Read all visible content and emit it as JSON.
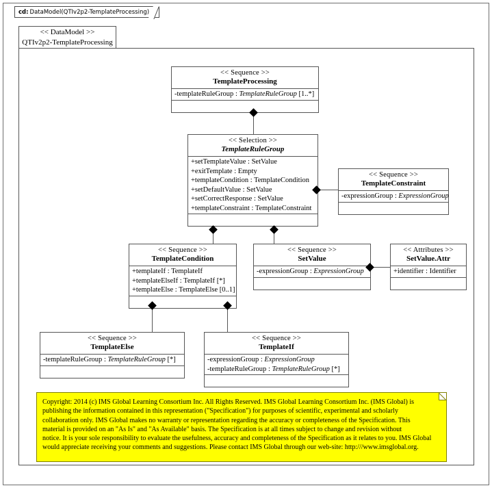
{
  "frame": {
    "tab_prefix": "cd:",
    "tab_title": "DataModel(QTIv2p2-TemplateProcessing)"
  },
  "package": {
    "stereotype": "<< DataModel >>",
    "name": "QTIv2p2-TemplateProcessing"
  },
  "classes": {
    "templateProcessing": {
      "stereotype": "<< Sequence >>",
      "name": "TemplateProcessing",
      "attributes": [
        {
          "visibility": "-",
          "name": "templateRuleGroup",
          "sep": " : ",
          "type": "TemplateRuleGroup",
          "multiplicity": " [1..*]"
        }
      ]
    },
    "templateRuleGroup": {
      "stereotype": "<< Selection >>",
      "name": "TemplateRuleGroup",
      "attributes": [
        {
          "visibility": "+",
          "name": "setTemplateValue",
          "sep": " : ",
          "type": "SetValue",
          "multiplicity": ""
        },
        {
          "visibility": "+",
          "name": "exitTemplate",
          "sep": " : ",
          "type": "Empty",
          "multiplicity": ""
        },
        {
          "visibility": "+",
          "name": "templateCondition",
          "sep": " : ",
          "type": "TemplateCondition",
          "multiplicity": ""
        },
        {
          "visibility": "+",
          "name": "setDefaultValue",
          "sep": " : ",
          "type": "SetValue",
          "multiplicity": ""
        },
        {
          "visibility": "+",
          "name": "setCorrectResponse",
          "sep": " : ",
          "type": "SetValue",
          "multiplicity": ""
        },
        {
          "visibility": "+",
          "name": "templateConstraint",
          "sep": " : ",
          "type": "TemplateConstraint",
          "multiplicity": ""
        }
      ]
    },
    "templateConstraint": {
      "stereotype": "<< Sequence >>",
      "name": "TemplateConstraint",
      "attributes": [
        {
          "visibility": "-",
          "name": "expressionGroup",
          "sep": " : ",
          "type": "ExpressionGroup",
          "multiplicity": ""
        }
      ]
    },
    "templateCondition": {
      "stereotype": "<< Sequence >>",
      "name": "TemplateCondition",
      "attributes": [
        {
          "visibility": "+",
          "name": "templateIf",
          "sep": " : ",
          "type": "TemplateIf",
          "multiplicity": ""
        },
        {
          "visibility": "+",
          "name": "templateElseIf",
          "sep": " : ",
          "type": "TemplateIf",
          "multiplicity": " [*]"
        },
        {
          "visibility": "+",
          "name": "templateElse",
          "sep": " : ",
          "type": "TemplateElse",
          "multiplicity": " [0..1]"
        }
      ]
    },
    "setValue": {
      "stereotype": "<< Sequence >>",
      "name": "SetValue",
      "attributes": [
        {
          "visibility": "-",
          "name": "expressionGroup",
          "sep": " : ",
          "type": "ExpressionGroup",
          "multiplicity": ""
        }
      ]
    },
    "setValueAttr": {
      "stereotype": "<< Attributes >>",
      "name": "SetValue.Attr",
      "attributes": [
        {
          "visibility": "+",
          "name": "identifier",
          "sep": " : ",
          "type": "Identifier",
          "multiplicity": ""
        }
      ]
    },
    "templateElse": {
      "stereotype": "<< Sequence >>",
      "name": "TemplateElse",
      "attributes": [
        {
          "visibility": "-",
          "name": "templateRuleGroup",
          "sep": " : ",
          "type": "TemplateRuleGroup",
          "multiplicity": " [*]"
        }
      ]
    },
    "templateIf": {
      "stereotype": "<< Sequence >>",
      "name": "TemplateIf",
      "attributes": [
        {
          "visibility": "-",
          "name": "expressionGroup",
          "sep": " : ",
          "type": "ExpressionGroup",
          "multiplicity": ""
        },
        {
          "visibility": "-",
          "name": "templateRuleGroup",
          "sep": " : ",
          "type": "TemplateRuleGroup",
          "multiplicity": " [*]"
        }
      ]
    }
  },
  "note": {
    "line1": "Copyright: 2014 (c) IMS Global Learning Consortium Inc.  All Rights Reserved.  IMS Global Learning Consortium Inc. (IMS Global) is",
    "line2": "publishing the information contained in this representation (\"Specification\") for purposes of scientific, experimental and scholarly",
    "line3": "collaboration only.  IMS Global makes no warranty or representation regarding the accuracy or completeness of the Specification.  This",
    "line4": "material is provided on an \"As Is\" and \"As Available\" basis.  The Specification is at all times subject to change and revision without",
    "line5": "notice.  It is your sole responsibility to evaluate the usefulness, accuracy and completeness of the Specification as it relates to you.  IMS Global",
    "line6": "would appreciate receiving your comments and suggestions.  Please contact IMS Global through our web-site: http:///www.imsglobal.org."
  },
  "colors": {
    "note_background": "#ffff00",
    "note_border": "#808000",
    "line": "#555555"
  }
}
